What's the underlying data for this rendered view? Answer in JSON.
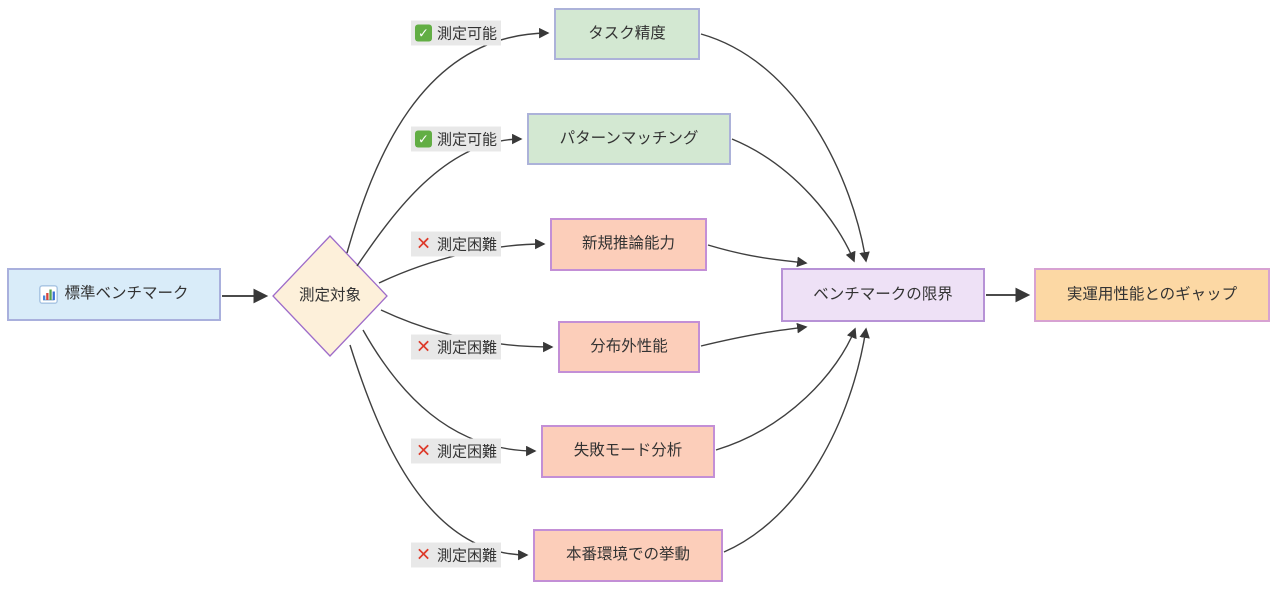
{
  "diagram": {
    "source": {
      "label": "標準ベンチマーク",
      "icon": "bar-chart-icon"
    },
    "decision": {
      "label": "測定対象"
    },
    "branches": [
      {
        "edge_label": "測定可能",
        "edge_icon": "check-mark-icon",
        "status": "measurable",
        "target": "タスク精度"
      },
      {
        "edge_label": "測定可能",
        "edge_icon": "check-mark-icon",
        "status": "measurable",
        "target": "パターンマッチング"
      },
      {
        "edge_label": "測定困難",
        "edge_icon": "cross-mark-icon",
        "status": "difficult",
        "target": "新規推論能力"
      },
      {
        "edge_label": "測定困難",
        "edge_icon": "cross-mark-icon",
        "status": "difficult",
        "target": "分布外性能"
      },
      {
        "edge_label": "測定困難",
        "edge_icon": "cross-mark-icon",
        "status": "difficult",
        "target": "失敗モード分析"
      },
      {
        "edge_label": "測定困難",
        "edge_icon": "cross-mark-icon",
        "status": "difficult",
        "target": "本番環境での挙動"
      }
    ],
    "sink": {
      "label": "ベンチマークの限界"
    },
    "outcome": {
      "label": "実運用性能とのギャップ"
    },
    "colors": {
      "source_fill": "#d9ecf9",
      "source_border": "#a9b0dd",
      "measurable_fill": "#d3e8d2",
      "measurable_border": "#acb2d9",
      "difficult_fill": "#fcceba",
      "difficult_border": "#c38fd6",
      "decision_fill": "#fdf0da",
      "decision_border": "#9e6cc9",
      "sink_fill": "#eee1f6",
      "sink_border": "#b792d6",
      "outcome_fill": "#fcd8a4",
      "outcome_border": "#d7a2d2",
      "edge_label_bg": "#e8e8e8",
      "edge_stroke": "#3f3f3f",
      "check_green": "#62ae44",
      "cross_red": "#dd3a2a"
    }
  }
}
